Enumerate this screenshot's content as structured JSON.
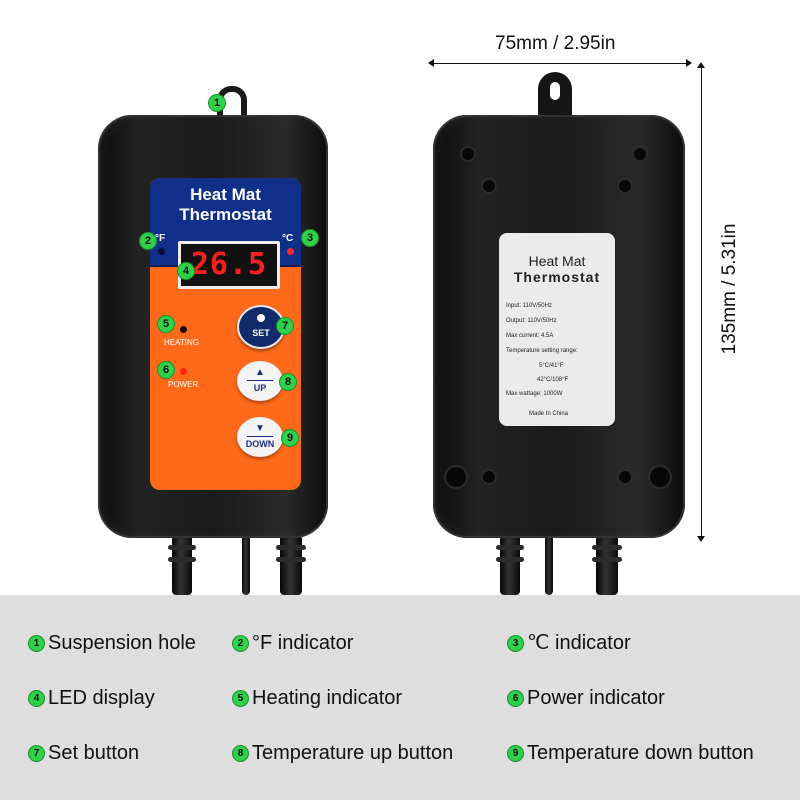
{
  "dimensions": {
    "width_label": "75mm / 2.95in",
    "height_label": "135mm / 5.31in"
  },
  "front_panel": {
    "title_line1": "Heat Mat",
    "title_line2": "Thermostat",
    "fahrenheit_unit": "°F",
    "celsius_unit": "°C",
    "display_value": "26.5",
    "heating_label": "HEATING",
    "power_label": "POWER",
    "set_button": "SET",
    "up_button": "UP",
    "down_button": "DOWN",
    "up_arrow": "▲",
    "down_arrow": "▼"
  },
  "back_label": {
    "title_line1": "Heat Mat",
    "title_line2": "Thermostat",
    "lines": [
      "Input:   110V/50Hz",
      "Output:  110V/50Hz",
      "Max current:   4.5A",
      "Temperature setting range:",
      "5°C/41°F",
      "42°C/108°F",
      "Max wattage:   1000W",
      "Made In China"
    ]
  },
  "callouts": [
    {
      "num": "1",
      "label": "Suspension hole"
    },
    {
      "num": "2",
      "label": "°F indicator"
    },
    {
      "num": "3",
      "label": "℃ indicator"
    },
    {
      "num": "4",
      "label": "LED display"
    },
    {
      "num": "5",
      "label": "Heating indicator"
    },
    {
      "num": "6",
      "label": "Power indicator"
    },
    {
      "num": "7",
      "label": "Set button"
    },
    {
      "num": "8",
      "label": "Temperature up button"
    },
    {
      "num": "9",
      "label": "Temperature down button"
    }
  ],
  "colors": {
    "panel_orange": "#ff6a1a",
    "panel_blue": "#0f2f8a",
    "led_red": "#ff1e1e",
    "badge_green": "#2fd04a",
    "legend_bg": "#dedede"
  }
}
